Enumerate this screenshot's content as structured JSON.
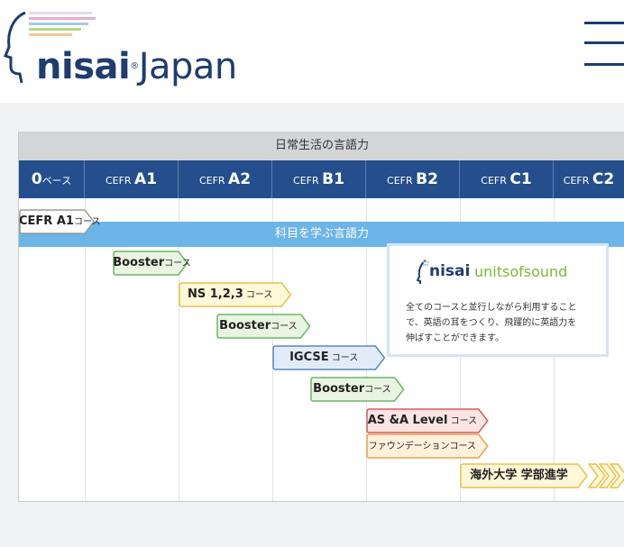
{
  "header": {
    "logo": {
      "nisai": "nisai",
      "registered": "®",
      "japan": "Japan"
    },
    "menu_icon": "hamburger-menu-icon"
  },
  "chart_data": {
    "type": "table",
    "top_band": "日常生活の言語力",
    "subject_band": "科目を学ぶ言語力",
    "levels": [
      {
        "prefix": "0",
        "suffix": "ベース"
      },
      {
        "prefix": "CEFR ",
        "suffix": "A1"
      },
      {
        "prefix": "CEFR ",
        "suffix": "A2"
      },
      {
        "prefix": "CEFR ",
        "suffix": "B1"
      },
      {
        "prefix": "CEFR ",
        "suffix": "B2"
      },
      {
        "prefix": "CEFR ",
        "suffix": "C1"
      },
      {
        "prefix": "CEFR ",
        "suffix": "C2"
      }
    ],
    "courses": [
      {
        "main": "CEFR A1",
        "suffix": "コース",
        "start": 0,
        "end": 1.0,
        "style": "white"
      },
      {
        "main": "Booster",
        "suffix": "コース",
        "start": 1.3,
        "end": 2.0,
        "style": "green"
      },
      {
        "main": "NS 1,2,3",
        "suffix": " コース",
        "start": 2.0,
        "end": 3.1,
        "style": "yellow"
      },
      {
        "main": "Booster",
        "suffix": "コース",
        "start": 2.4,
        "end": 3.3,
        "style": "green"
      },
      {
        "main": "IGCSE",
        "suffix": " コース",
        "start": 3.0,
        "end": 4.1,
        "style": "blue"
      },
      {
        "main": "Booster",
        "suffix": "コース",
        "start": 3.4,
        "end": 4.3,
        "style": "green"
      },
      {
        "main": "AS &A Level",
        "suffix": " コース",
        "start": 4.0,
        "end": 5.2,
        "style": "red"
      },
      {
        "main": "",
        "suffix": "ファウンデーションコース",
        "start": 4.0,
        "end": 5.2,
        "style": "orange"
      },
      {
        "main": "海外大学 学部進学",
        "suffix": "",
        "start": 5.0,
        "end": 6.9,
        "style": "yellow-multi"
      }
    ],
    "units_of_sound": {
      "logo_nisai": "nisai",
      "logo_rest": "unitsofsound",
      "lines": [
        "全てのコースと並行しながら利用すること",
        "で、英語の耳をつくり、飛躍的に英語力を",
        "伸ばすことができます。"
      ]
    }
  }
}
